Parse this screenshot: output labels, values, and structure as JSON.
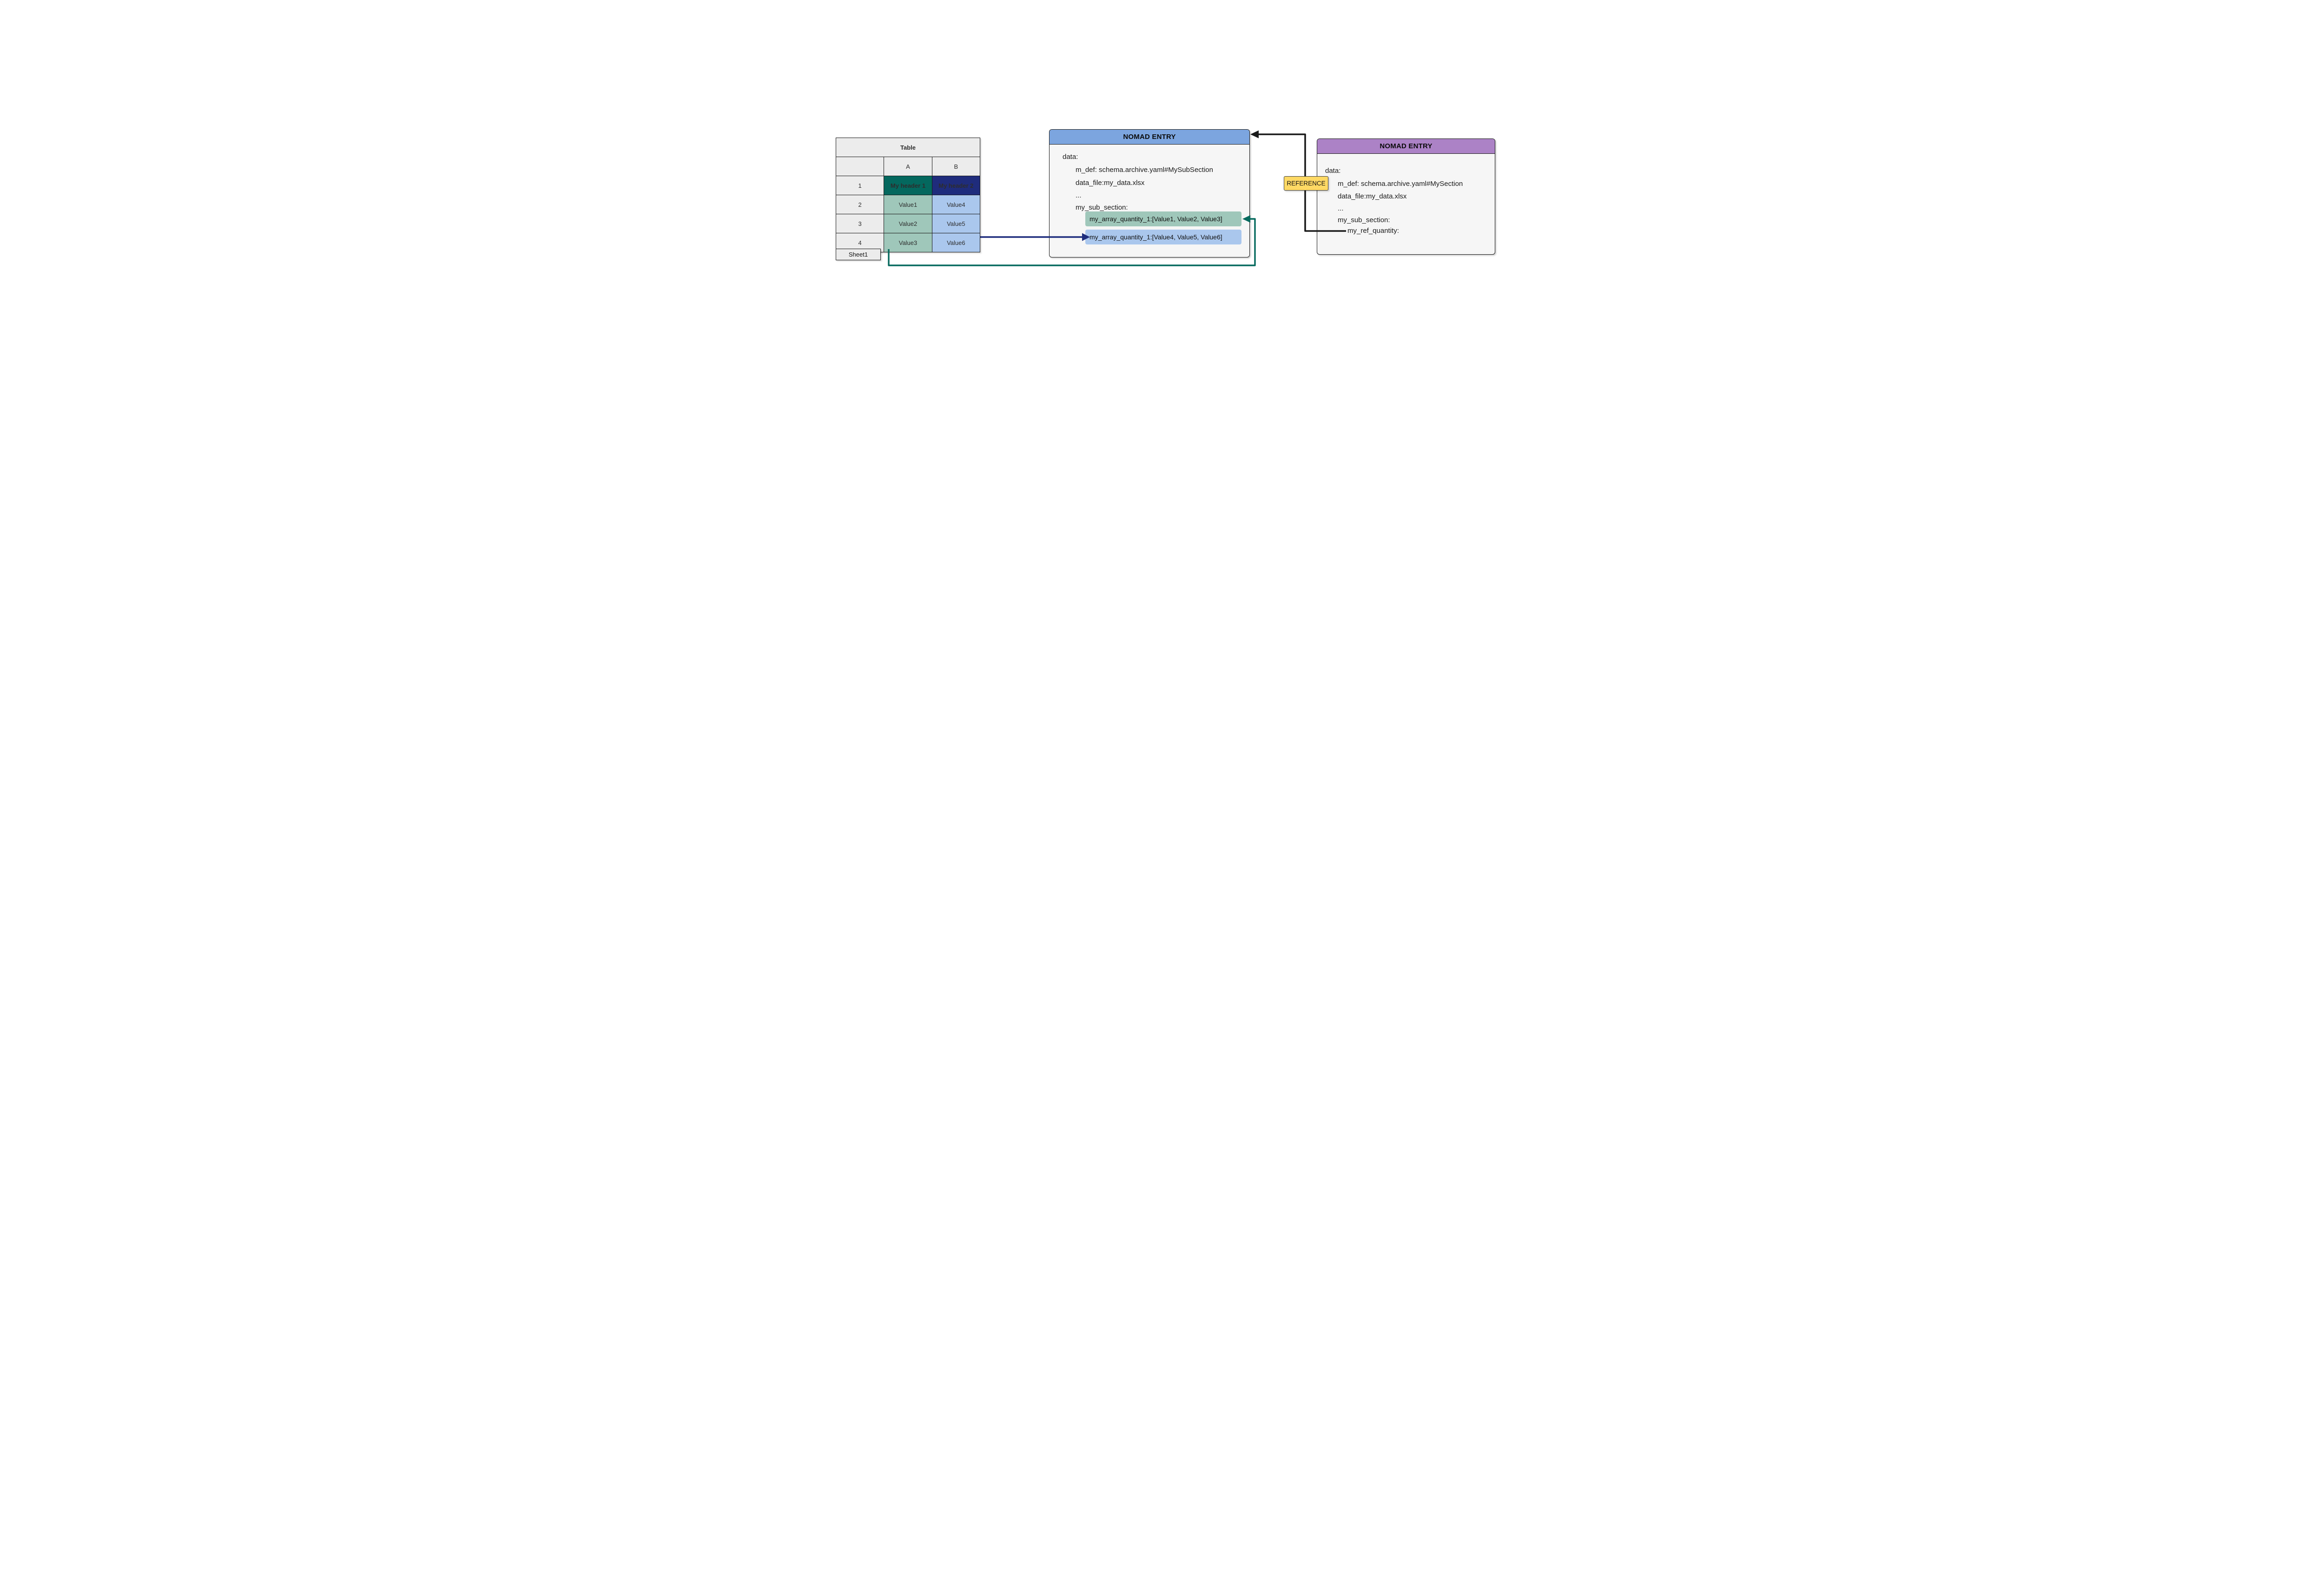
{
  "table": {
    "title": "Table",
    "sheet_tab": "Sheet1",
    "columns": [
      "",
      "A",
      "B"
    ],
    "rows": [
      [
        "1",
        "My header 1",
        "My header 2"
      ],
      [
        "2",
        "Value1",
        "Value4"
      ],
      [
        "3",
        "Value2",
        "Value5"
      ],
      [
        "4",
        "Value3",
        "Value6"
      ]
    ]
  },
  "middle_entry": {
    "title": "NOMAD ENTRY",
    "lines": [
      "data:",
      "m_def: schema.archive.yaml#MySubSection",
      "data_file:my_data.xlsx",
      "...",
      "my_sub_section:"
    ],
    "chips": [
      {
        "text": "my_array_quantity_1:[Value1, Value2, Value3]",
        "color": "#9FC7BA"
      },
      {
        "text": "my_array_quantity_1:[Value4, Value5, Value6]",
        "color": "#AAC7ED"
      }
    ]
  },
  "right_entry": {
    "title": "NOMAD ENTRY",
    "lines": [
      "data:",
      "m_def: schema.archive.yaml#MySection",
      "data_file:my_data.xlsx",
      "...",
      "my_sub_section:",
      "my_ref_quantity:"
    ]
  },
  "reference_badge": {
    "label": "REFERENCE"
  },
  "colors": {
    "table_header_1_bg": "#04685E",
    "table_header_2_bg": "#1F2C7C",
    "value_green_bg": "#9FC7BA",
    "value_blue_bg": "#AAC7ED",
    "grey_cell_bg": "#ECECEC",
    "entry_header_blue": "#7CA5DF",
    "entry_header_purple": "#AC82C6",
    "entry_body_bg": "#F6F6F6",
    "badge_yellow": "#FFD964",
    "arrow_navy": "#1E2D7D",
    "arrow_teal": "#076A5E",
    "arrow_black": "#1A1A1A"
  }
}
